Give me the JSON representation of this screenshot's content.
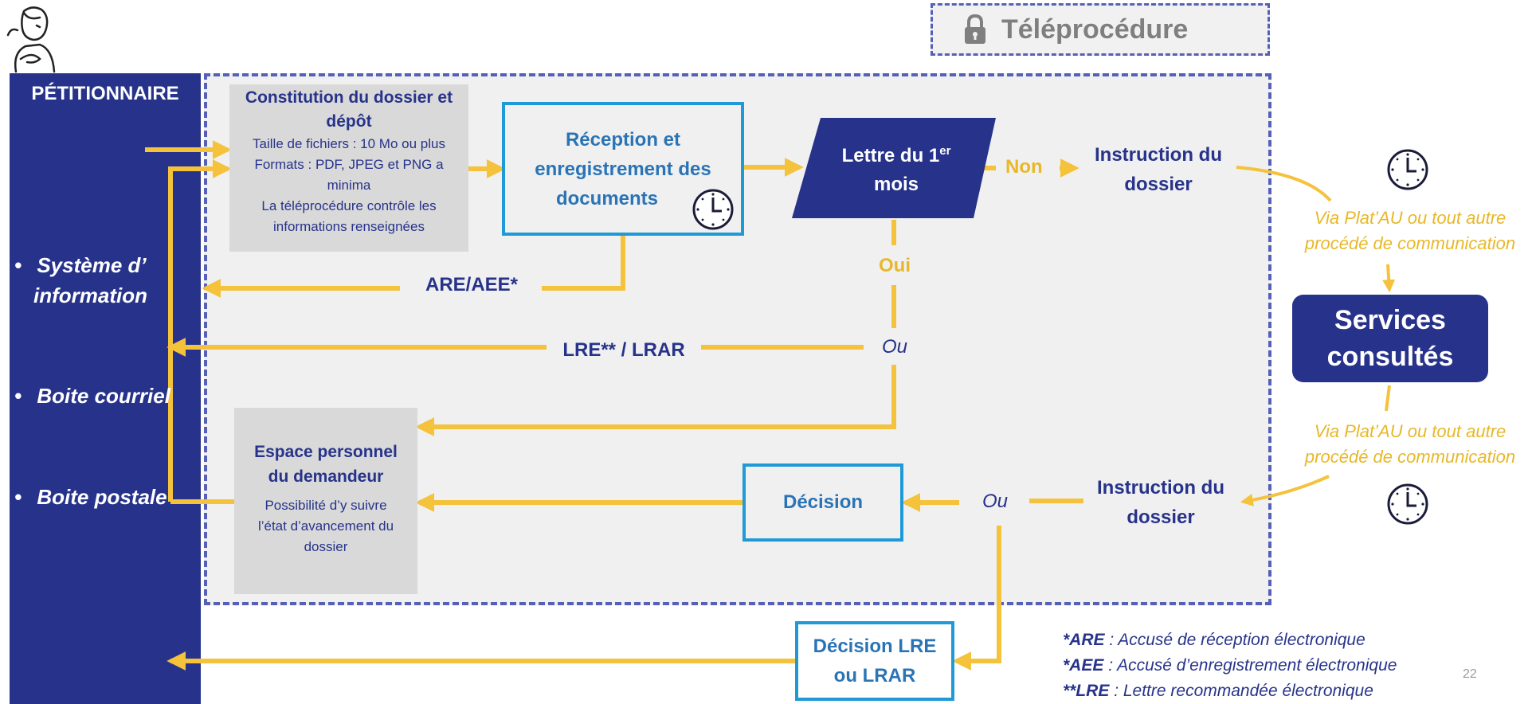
{
  "header": {
    "teleprocedure": "Téléprocédure"
  },
  "sidebar": {
    "title": "PÉTITIONNAIRE",
    "items": [
      {
        "bullet": "•",
        "line1": "Système d’",
        "line2": "information"
      },
      {
        "bullet": "•",
        "line1": "Boite courriel"
      },
      {
        "bullet": "•",
        "line1": "Boite postale"
      }
    ]
  },
  "nodes": {
    "constitution": {
      "title": "Constitution du dossier et dépôt",
      "lines": [
        "Taille de fichiers : 10 Mo ou plus",
        "Formats : PDF, JPEG et PNG a",
        "minima",
        "La téléprocédure contrôle les",
        "informations renseignées"
      ]
    },
    "reception": {
      "line1": "Réception et",
      "line2": "enregistrement des",
      "line3": "documents"
    },
    "lettre": {
      "line1": "Lettre du 1",
      "sup": "er",
      "line2": "mois"
    },
    "instruction_top": {
      "line1": "Instruction du",
      "line2": "dossier"
    },
    "instruction_bottom": {
      "line1": "Instruction du",
      "line2": "dossier"
    },
    "services": {
      "line1": "Services",
      "line2": "consultés"
    },
    "espace": {
      "title1": "Espace personnel",
      "title2": "du demandeur",
      "lines": [
        "Possibilité d’y suivre",
        "l’état d’avancement du",
        "dossier"
      ]
    },
    "decision": {
      "label": "Décision"
    },
    "decision_lre": {
      "line1": "Décision LRE",
      "line2": "ou LRAR"
    }
  },
  "labels": {
    "non": "Non",
    "oui": "Oui",
    "ou_middle": "Ou",
    "ou_bottom": "Ou",
    "are_aee": "ARE/AEE*",
    "lre_lrar": "LRE** / LRAR",
    "via_top": [
      "Via Plat’AU ou tout autre",
      "procédé de communication"
    ],
    "via_bottom": [
      "Via Plat’AU ou tout autre",
      "procédé de communication"
    ]
  },
  "legend": [
    {
      "key": "*ARE",
      "text": " : Accusé de réception électronique"
    },
    {
      "key": "*AEE",
      "text": " : Accusé d’enregistrement électronique"
    },
    {
      "key": "**LRE",
      "text": " : Lettre recommandée électronique"
    }
  ],
  "page_number": "22",
  "icons": [
    "person-thinking-icon",
    "lock-icon",
    "clock-icon"
  ],
  "colors": {
    "navy": "#27338a",
    "gold": "#f5c23c",
    "cyan": "#1f9ad6",
    "dash": "#5560b8"
  }
}
